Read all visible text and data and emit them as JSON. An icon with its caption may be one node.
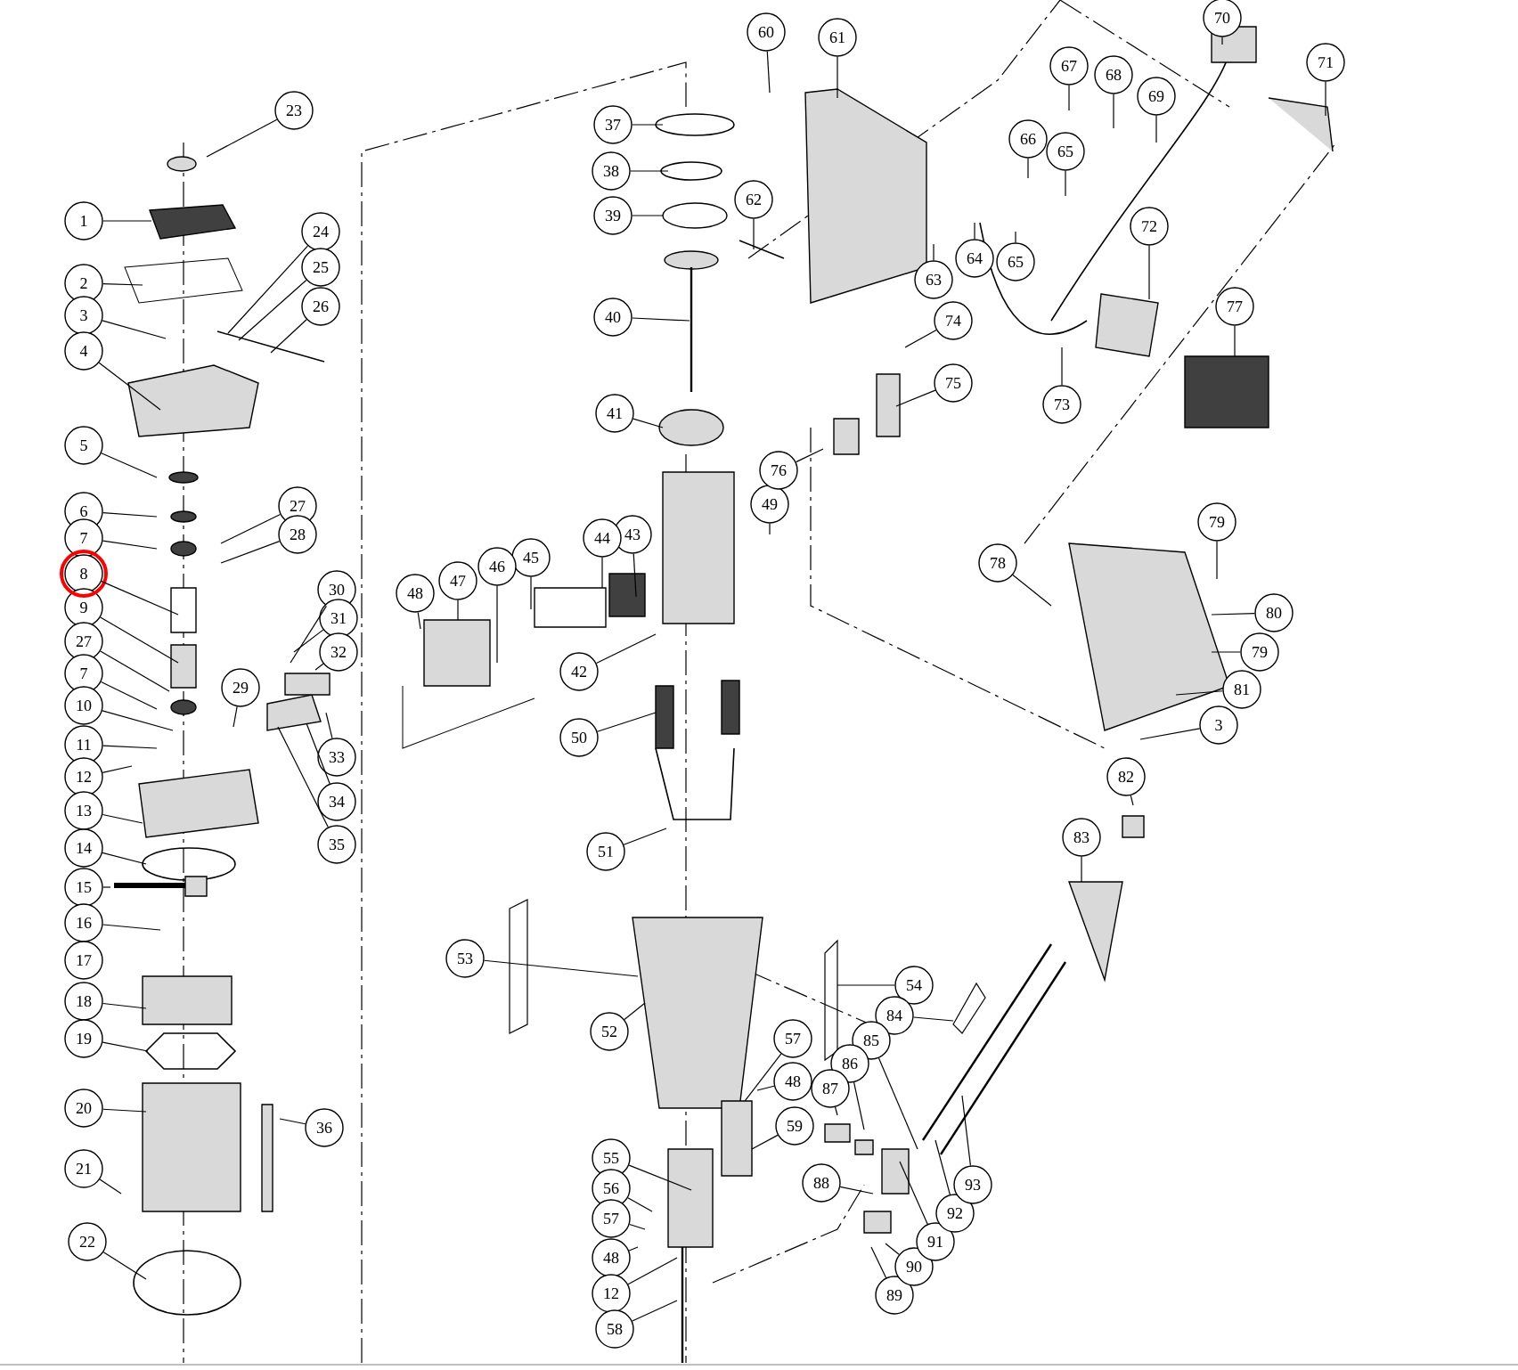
{
  "diagram": {
    "nodes": [
      {
        "text": [
          "23"
        ]
      },
      {
        "text": [
          "1"
        ]
      },
      {
        "text": [
          "2"
        ]
      },
      {
        "text": [
          "3"
        ]
      },
      {
        "text": [
          "4"
        ]
      },
      {
        "text": [
          "5"
        ]
      },
      {
        "text": [
          "6"
        ]
      },
      {
        "text": [
          "7"
        ]
      },
      {
        "text": [
          "8"
        ]
      },
      {
        "text": [
          "9"
        ]
      },
      {
        "text": [
          "27"
        ]
      },
      {
        "text": [
          "7"
        ]
      },
      {
        "text": [
          "10"
        ]
      },
      {
        "text": [
          "11"
        ]
      },
      {
        "text": [
          "12"
        ]
      },
      {
        "text": [
          "13"
        ]
      },
      {
        "text": [
          "14"
        ]
      },
      {
        "text": [
          "15"
        ]
      },
      {
        "text": [
          "16"
        ]
      },
      {
        "text": [
          "17"
        ]
      },
      {
        "text": [
          "18"
        ]
      },
      {
        "text": [
          "19"
        ]
      },
      {
        "text": [
          "20"
        ]
      },
      {
        "text": [
          "21"
        ]
      },
      {
        "text": [
          "22"
        ]
      },
      {
        "text": [
          "24"
        ]
      },
      {
        "text": [
          "25"
        ]
      },
      {
        "text": [
          "26"
        ]
      },
      {
        "text": [
          "27"
        ]
      },
      {
        "text": [
          "28"
        ]
      },
      {
        "text": [
          "29"
        ]
      },
      {
        "text": [
          "30"
        ]
      },
      {
        "text": [
          "31"
        ]
      },
      {
        "text": [
          "32"
        ]
      },
      {
        "text": [
          "33"
        ]
      },
      {
        "text": [
          "34"
        ]
      },
      {
        "text": [
          "35"
        ]
      },
      {
        "text": [
          "36"
        ]
      },
      {
        "text": [
          "37"
        ]
      },
      {
        "text": [
          "38"
        ]
      },
      {
        "text": [
          "39"
        ]
      },
      {
        "text": [
          "40"
        ]
      },
      {
        "text": [
          "41"
        ]
      },
      {
        "text": [
          "42"
        ]
      },
      {
        "text": [
          "43"
        ]
      },
      {
        "text": [
          "44"
        ]
      },
      {
        "text": [
          "45"
        ]
      },
      {
        "text": [
          "46"
        ]
      },
      {
        "text": [
          "47"
        ]
      },
      {
        "text": [
          "48"
        ]
      },
      {
        "text": [
          "49"
        ]
      },
      {
        "text": [
          "50"
        ]
      },
      {
        "text": [
          "51"
        ]
      },
      {
        "text": [
          "52"
        ]
      },
      {
        "text": [
          "53"
        ]
      },
      {
        "text": [
          "54"
        ]
      },
      {
        "text": [
          "55"
        ]
      },
      {
        "text": [
          "56"
        ]
      },
      {
        "text": [
          "57"
        ]
      },
      {
        "text": [
          "48"
        ]
      },
      {
        "text": [
          "12"
        ]
      },
      {
        "text": [
          "58"
        ]
      },
      {
        "text": [
          "60"
        ]
      },
      {
        "text": [
          "61"
        ]
      },
      {
        "text": [
          "62"
        ]
      },
      {
        "text": [
          "63"
        ]
      },
      {
        "text": [
          "64"
        ]
      },
      {
        "text": [
          "65"
        ]
      },
      {
        "text": [
          "65"
        ]
      },
      {
        "text": [
          "66"
        ]
      },
      {
        "text": [
          "67"
        ]
      },
      {
        "text": [
          "68"
        ]
      },
      {
        "text": [
          "69"
        ]
      },
      {
        "text": [
          "70"
        ]
      },
      {
        "text": [
          "71"
        ]
      },
      {
        "text": [
          "72"
        ]
      },
      {
        "text": [
          "73"
        ]
      },
      {
        "text": [
          "74"
        ]
      },
      {
        "text": [
          "75"
        ]
      },
      {
        "text": [
          "76"
        ]
      },
      {
        "text": [
          "77"
        ]
      },
      {
        "text": [
          "78"
        ]
      },
      {
        "text": [
          "79"
        ]
      },
      {
        "text": [
          "80"
        ]
      },
      {
        "text": [
          "79"
        ]
      },
      {
        "text": [
          "81"
        ]
      },
      {
        "text": [
          "3"
        ]
      },
      {
        "text": [
          "82"
        ]
      },
      {
        "text": [
          "83"
        ]
      },
      {
        "text": [
          "84"
        ]
      },
      {
        "text": [
          "85"
        ]
      },
      {
        "text": [
          "86"
        ]
      },
      {
        "text": [
          "87"
        ]
      },
      {
        "text": [
          "88"
        ]
      },
      {
        "text": [
          "89"
        ]
      },
      {
        "text": [
          "90"
        ]
      },
      {
        "text": [
          "91"
        ]
      },
      {
        "text": [
          "92"
        ]
      },
      {
        "text": [
          "93"
        ]
      },
      {
        "text": [
          "57"
        ]
      },
      {
        "text": [
          "48"
        ]
      },
      {
        "text": [
          "59"
        ]
      }
    ],
    "edges": [
      {
        "from": 0,
        "to": null,
        "arrow": "none"
      },
      {
        "from": 1,
        "to": null,
        "arrow": "none"
      },
      {
        "from": 2,
        "to": null,
        "arrow": "none"
      },
      {
        "from": 3,
        "to": null,
        "arrow": "none"
      },
      {
        "from": 4,
        "to": null,
        "arrow": "none"
      },
      {
        "from": 5,
        "to": null,
        "arrow": "none"
      },
      {
        "from": 6,
        "to": null,
        "arrow": "none"
      },
      {
        "from": 7,
        "to": null,
        "arrow": "none"
      },
      {
        "from": 8,
        "to": null,
        "arrow": "none"
      },
      {
        "from": 9,
        "to": null,
        "arrow": "none"
      },
      {
        "from": 10,
        "to": null,
        "arrow": "none"
      },
      {
        "from": 11,
        "to": null,
        "arrow": "none"
      },
      {
        "from": 12,
        "to": null,
        "arrow": "none"
      },
      {
        "from": 13,
        "to": null,
        "arrow": "none"
      },
      {
        "from": 14,
        "to": null,
        "arrow": "none"
      },
      {
        "from": 15,
        "to": null,
        "arrow": "none"
      },
      {
        "from": 16,
        "to": null,
        "arrow": "none"
      },
      {
        "from": 17,
        "to": null,
        "arrow": "none"
      },
      {
        "from": 18,
        "to": null,
        "arrow": "none"
      },
      {
        "from": 20,
        "to": null,
        "arrow": "none"
      },
      {
        "from": 21,
        "to": null,
        "arrow": "none"
      },
      {
        "from": 22,
        "to": null,
        "arrow": "none"
      },
      {
        "from": 23,
        "to": null,
        "arrow": "none"
      },
      {
        "from": 24,
        "to": null,
        "arrow": "none"
      },
      {
        "from": 25,
        "to": null,
        "arrow": "none"
      },
      {
        "from": 26,
        "to": null,
        "arrow": "none"
      },
      {
        "from": 27,
        "to": null,
        "arrow": "none"
      },
      {
        "from": 28,
        "to": null,
        "arrow": "none"
      },
      {
        "from": 29,
        "to": null,
        "arrow": "none"
      },
      {
        "from": 30,
        "to": null,
        "arrow": "none"
      },
      {
        "from": 31,
        "to": null,
        "arrow": "none"
      },
      {
        "from": 32,
        "to": null,
        "arrow": "none"
      },
      {
        "from": 33,
        "to": null,
        "arrow": "none"
      },
      {
        "from": 34,
        "to": null,
        "arrow": "none"
      },
      {
        "from": 35,
        "to": null,
        "arrow": "none"
      },
      {
        "from": 36,
        "to": null,
        "arrow": "none"
      },
      {
        "from": 37,
        "to": null,
        "arrow": "none"
      },
      {
        "from": 38,
        "to": null,
        "arrow": "none"
      },
      {
        "from": 39,
        "to": null,
        "arrow": "none"
      },
      {
        "from": 40,
        "to": null,
        "arrow": "none"
      },
      {
        "from": 41,
        "to": null,
        "arrow": "none"
      },
      {
        "from": 42,
        "to": null,
        "arrow": "none"
      },
      {
        "from": 43,
        "to": null,
        "arrow": "none"
      },
      {
        "from": 44,
        "to": null,
        "arrow": "none"
      },
      {
        "from": 45,
        "to": null,
        "arrow": "none"
      },
      {
        "from": 46,
        "to": null,
        "arrow": "none"
      },
      {
        "from": 47,
        "to": null,
        "arrow": "none"
      },
      {
        "from": 48,
        "to": null,
        "arrow": "none"
      },
      {
        "from": 49,
        "to": null,
        "arrow": "none"
      },
      {
        "from": 50,
        "to": null,
        "arrow": "none"
      },
      {
        "from": 51,
        "to": null,
        "arrow": "none"
      },
      {
        "from": 52,
        "to": null,
        "arrow": "none"
      },
      {
        "from": 53,
        "to": null,
        "arrow": "none"
      },
      {
        "from": 54,
        "to": null,
        "arrow": "none"
      },
      {
        "from": 55,
        "to": null,
        "arrow": "none"
      },
      {
        "from": 56,
        "to": null,
        "arrow": "none"
      },
      {
        "from": 57,
        "to": null,
        "arrow": "none"
      },
      {
        "from": 58,
        "to": null,
        "arrow": "none"
      },
      {
        "from": 59,
        "to": null,
        "arrow": "none"
      },
      {
        "from": 60,
        "to": null,
        "arrow": "none"
      },
      {
        "from": 61,
        "to": null,
        "arrow": "none"
      },
      {
        "from": 62,
        "to": null,
        "arrow": "none"
      },
      {
        "from": 63,
        "to": null,
        "arrow": "none"
      },
      {
        "from": 64,
        "to": null,
        "arrow": "none"
      },
      {
        "from": 65,
        "to": null,
        "arrow": "none"
      },
      {
        "from": 66,
        "to": null,
        "arrow": "none"
      },
      {
        "from": 67,
        "to": null,
        "arrow": "none"
      },
      {
        "from": 68,
        "to": null,
        "arrow": "none"
      },
      {
        "from": 69,
        "to": null,
        "arrow": "none"
      },
      {
        "from": 70,
        "to": null,
        "arrow": "none"
      },
      {
        "from": 71,
        "to": null,
        "arrow": "none"
      },
      {
        "from": 72,
        "to": null,
        "arrow": "none"
      },
      {
        "from": 73,
        "to": null,
        "arrow": "none"
      },
      {
        "from": 74,
        "to": null,
        "arrow": "none"
      },
      {
        "from": 75,
        "to": null,
        "arrow": "none"
      },
      {
        "from": 76,
        "to": null,
        "arrow": "none"
      },
      {
        "from": 77,
        "to": null,
        "arrow": "none"
      },
      {
        "from": 78,
        "to": null,
        "arrow": "none"
      },
      {
        "from": 79,
        "to": null,
        "arrow": "none"
      },
      {
        "from": 80,
        "to": null,
        "arrow": "none"
      },
      {
        "from": 81,
        "to": null,
        "arrow": "none"
      },
      {
        "from": 82,
        "to": null,
        "arrow": "none"
      },
      {
        "from": 83,
        "to": null,
        "arrow": "none"
      },
      {
        "from": 84,
        "to": null,
        "arrow": "none"
      },
      {
        "from": 85,
        "to": null,
        "arrow": "none"
      },
      {
        "from": 86,
        "to": null,
        "arrow": "none"
      },
      {
        "from": 87,
        "to": null,
        "arrow": "none"
      },
      {
        "from": 88,
        "to": null,
        "arrow": "none"
      },
      {
        "from": 89,
        "to": null,
        "arrow": "none"
      },
      {
        "from": 90,
        "to": null,
        "arrow": "none"
      },
      {
        "from": 91,
        "to": null,
        "arrow": "none"
      },
      {
        "from": 92,
        "to": null,
        "arrow": "none"
      },
      {
        "from": 93,
        "to": null,
        "arrow": "none"
      },
      {
        "from": 94,
        "to": null,
        "arrow": "none"
      },
      {
        "from": 95,
        "to": null,
        "arrow": "none"
      },
      {
        "from": 96,
        "to": null,
        "arrow": "none"
      },
      {
        "from": 97,
        "to": null,
        "arrow": "none"
      },
      {
        "from": 98,
        "to": null,
        "arrow": "none"
      },
      {
        "from": 99,
        "to": null,
        "arrow": "none"
      },
      {
        "from": 100,
        "to": null,
        "arrow": "none"
      },
      {
        "from": 101,
        "to": null,
        "arrow": "none"
      }
    ]
  }
}
